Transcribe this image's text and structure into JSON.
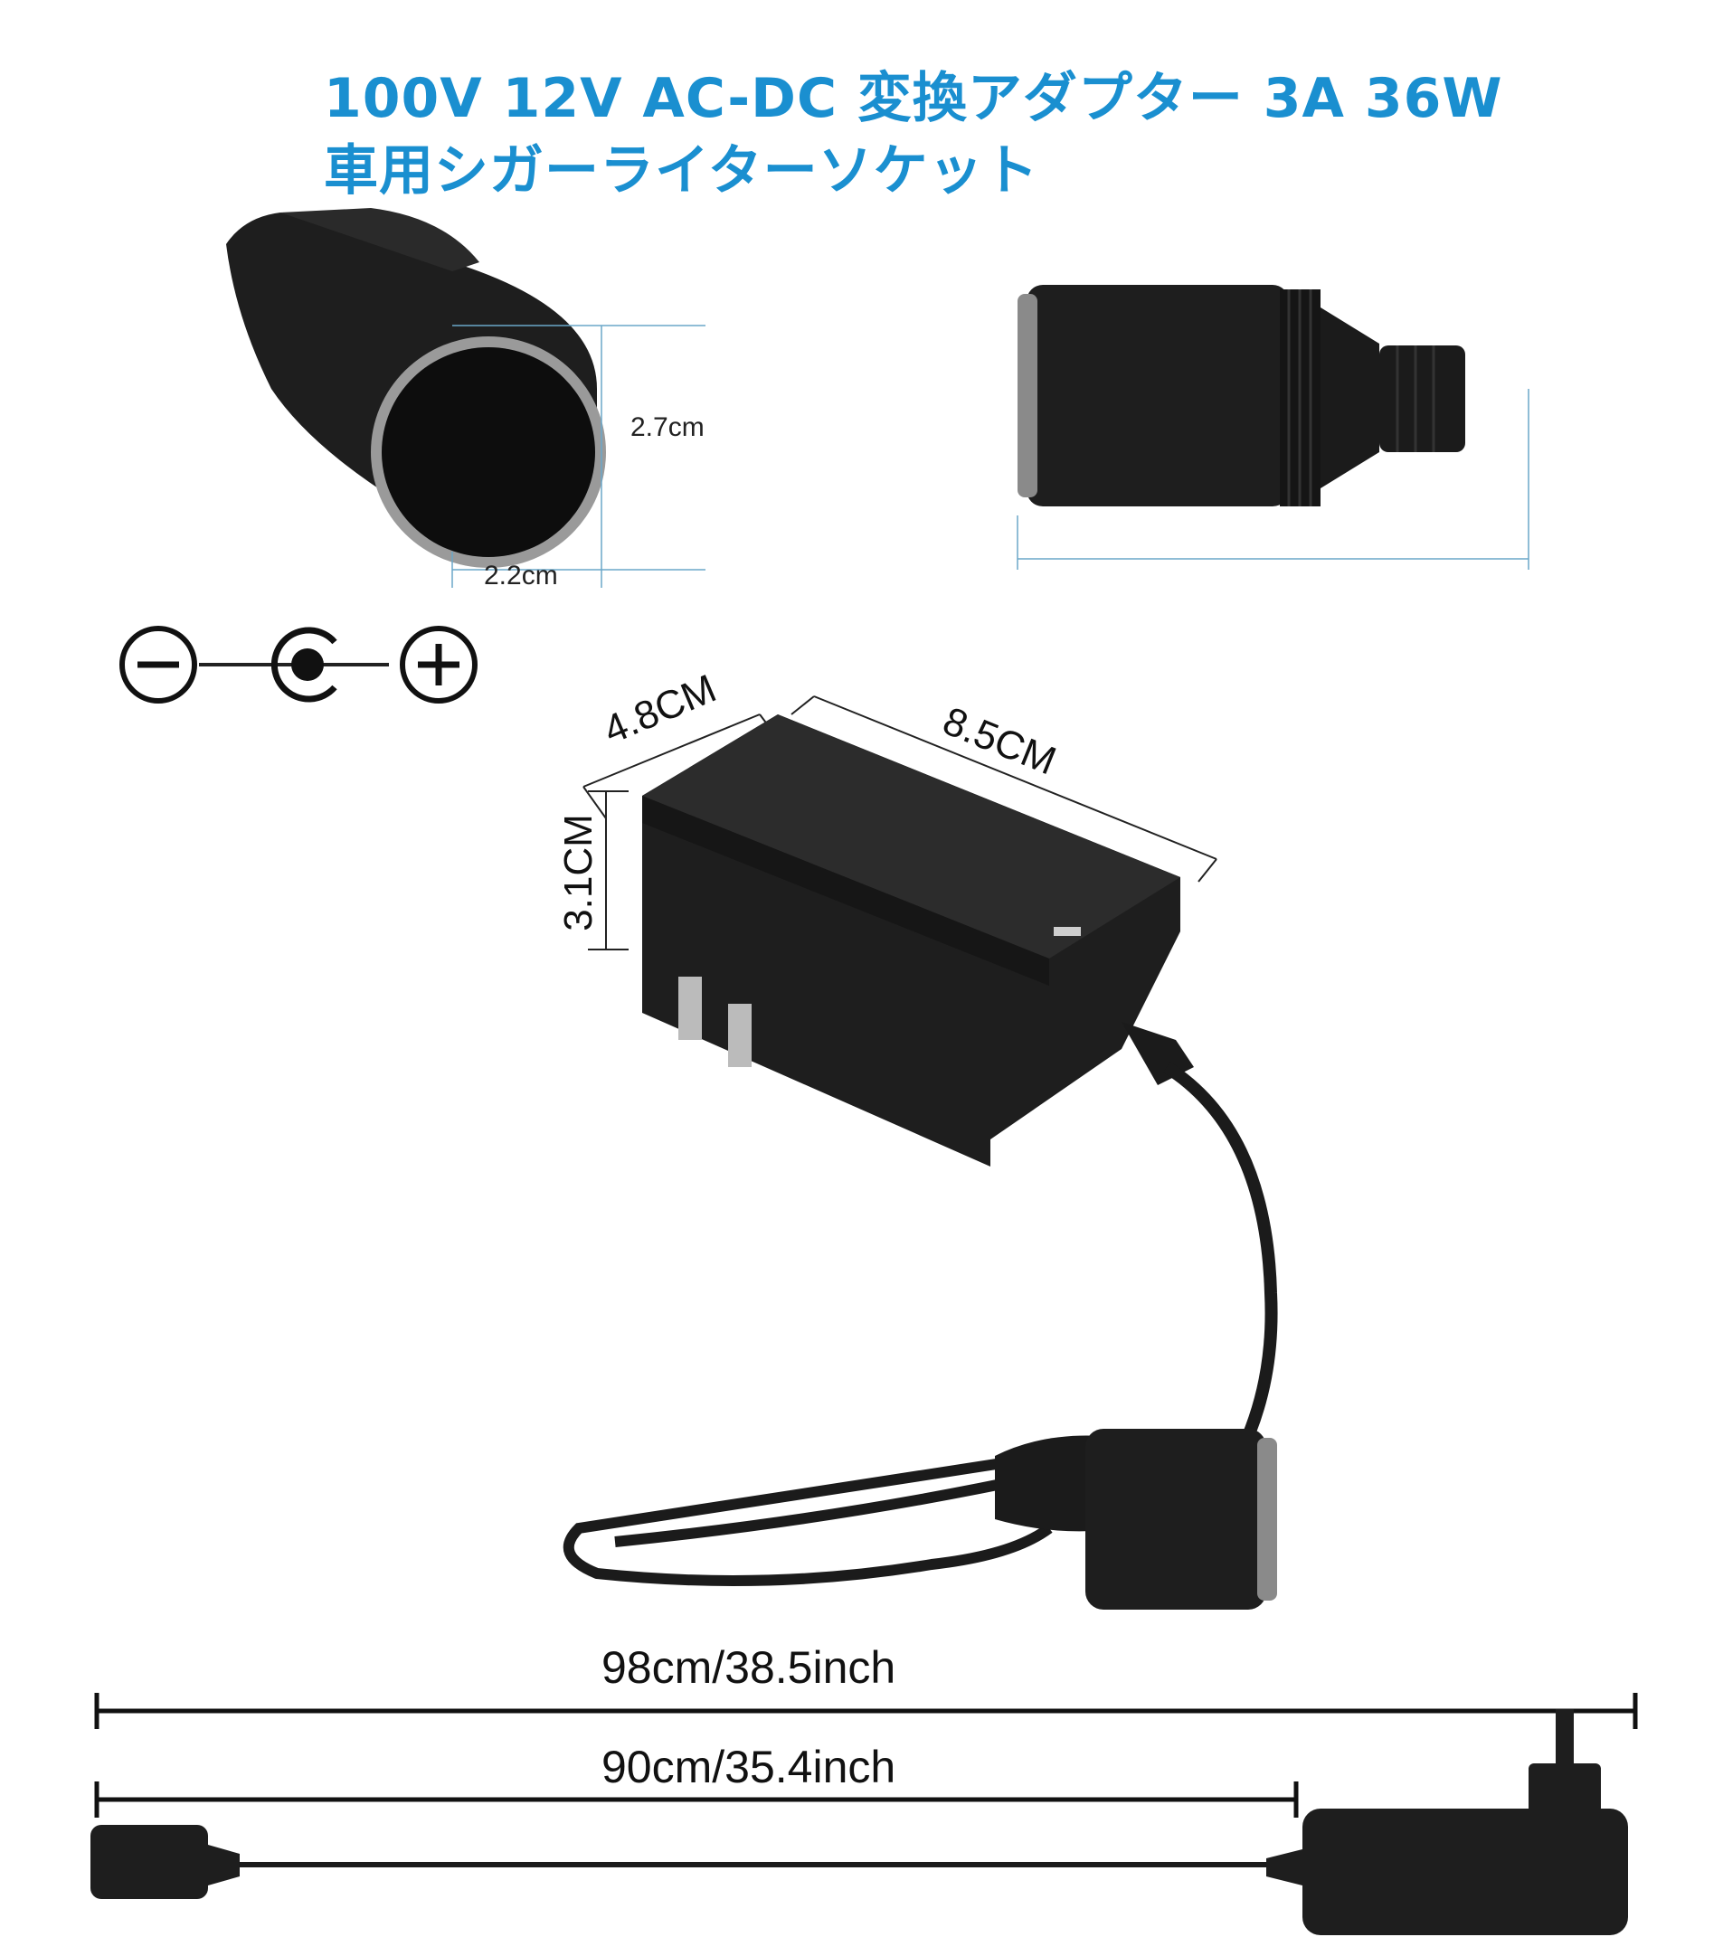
{
  "header": {
    "title_line1": "100V 12V AC-DC 変換アダプター 3A 36W",
    "title_line2": "車用シガーライターソケット"
  },
  "socket_front": {
    "height_label": "2.7cm",
    "width_label": "2.2cm"
  },
  "adapter": {
    "depth_label": "4.8CM",
    "length_label": "8.5CM",
    "height_label": "3.1CM"
  },
  "cable": {
    "total_length_label": "98cm/38.5inch",
    "cord_length_label": "90cm/35.4inch"
  },
  "icons": {
    "polarity": [
      "minus-circle-icon",
      "center-pin-icon",
      "plus-circle-icon"
    ]
  },
  "colors": {
    "title": "#1a8fd0",
    "dimension_line": "#6aa7c9",
    "product": "#1b1b1b"
  }
}
